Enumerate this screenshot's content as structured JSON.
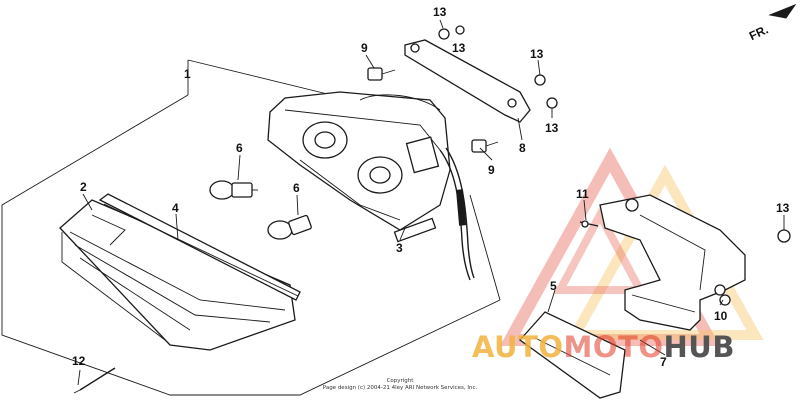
{
  "callouts": {
    "c1": "1",
    "c2": "2",
    "c3": "3",
    "c4": "4",
    "c5": "5",
    "c6a": "6",
    "c6b": "6",
    "c7": "7",
    "c8": "8",
    "c9a": "9",
    "c9b": "9",
    "c10": "10",
    "c11": "11",
    "c12": "12",
    "c13a": "13",
    "c13b": "13",
    "c13c": "13",
    "c13d": "13",
    "c13e": "13"
  },
  "front_marker": "FR.",
  "copyright": {
    "line1": "Copyright",
    "line2": "Page design (c) 2004-21 4ley ARI Network Services, Inc."
  },
  "watermark": {
    "part1": "AUTO",
    "part2": "MOTO",
    "part3": "HUB",
    "colors": {
      "orange": "#f2b33d",
      "red": "#e23b2a",
      "gray": "#555555"
    }
  }
}
